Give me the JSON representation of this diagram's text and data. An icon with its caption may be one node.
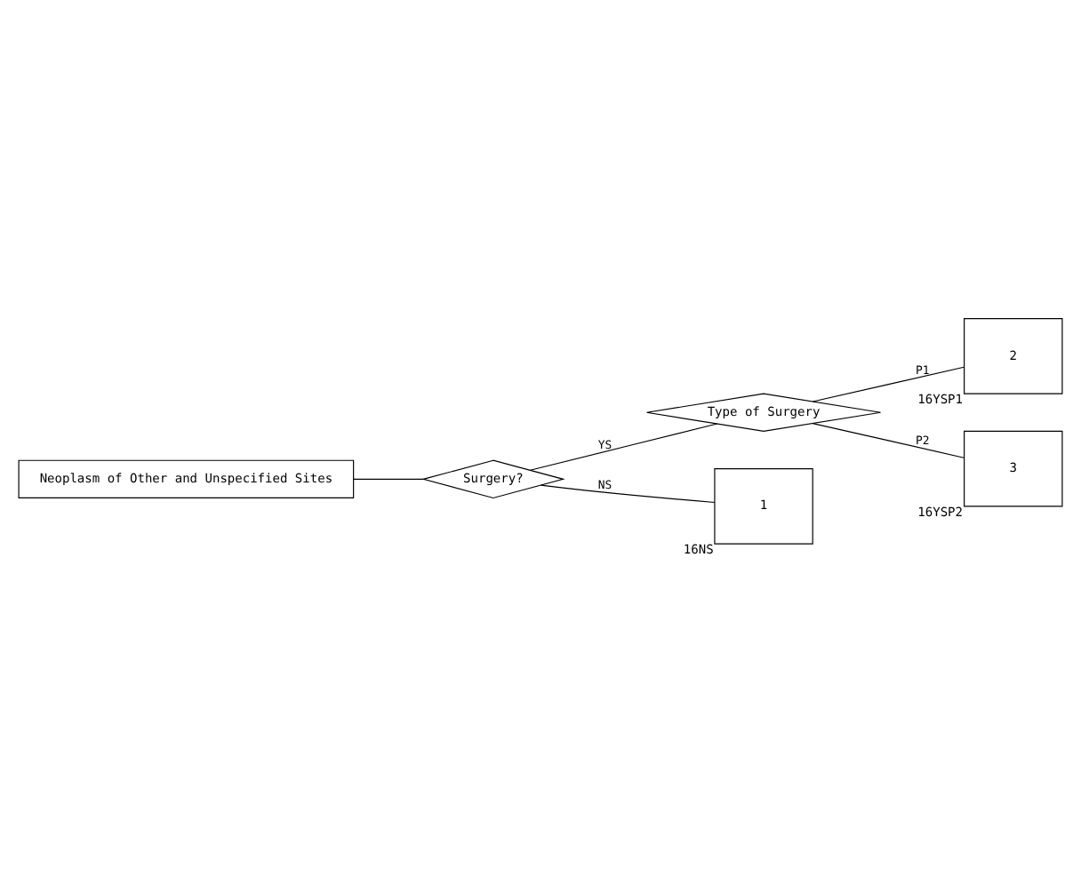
{
  "diagram": {
    "nodes": [
      {
        "text": [
          "Neoplasm of Other and Unspecified Sites"
        ]
      },
      {
        "text": [
          "Surgery?"
        ]
      },
      {
        "text": [
          "Type of Surgery"
        ]
      },
      {
        "text": [
          "1"
        ],
        "beside": [
          "16NS"
        ]
      },
      {
        "text": [
          "2"
        ],
        "beside": [
          "16YSP1"
        ]
      },
      {
        "text": [
          "3"
        ],
        "beside": [
          "16YSP2"
        ]
      }
    ],
    "edges": [
      {
        "from": 0,
        "to": 1,
        "arrow": "none"
      },
      {
        "from": 1,
        "to": 2,
        "arrow": "none",
        "label": "YS"
      },
      {
        "from": 1,
        "to": 3,
        "arrow": "none",
        "label": "NS"
      },
      {
        "from": 2,
        "to": 4,
        "arrow": "none",
        "label": "P1"
      },
      {
        "from": 2,
        "to": 5,
        "arrow": "none",
        "label": "P2"
      }
    ]
  }
}
